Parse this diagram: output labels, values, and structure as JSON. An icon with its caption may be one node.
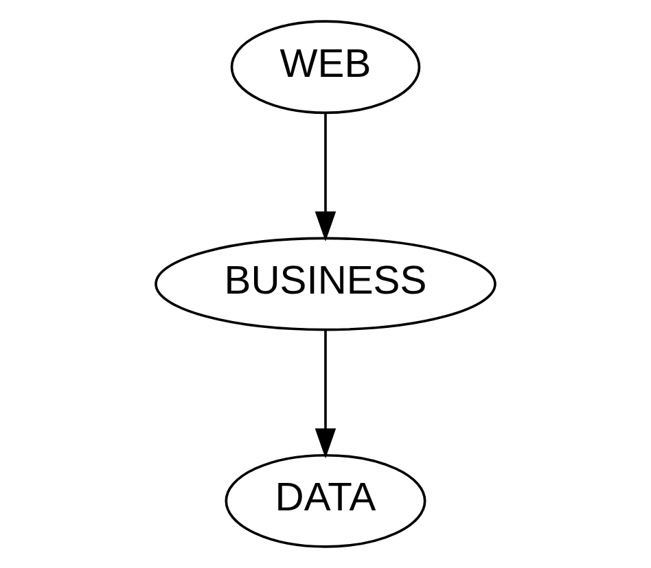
{
  "diagram": {
    "nodes": [
      {
        "text": [
          "WEB"
        ]
      },
      {
        "text": [
          "BUSINESS"
        ]
      },
      {
        "text": [
          "DATA"
        ]
      }
    ],
    "edges": [
      {
        "from": 0,
        "to": 1,
        "arrow": "to"
      },
      {
        "from": 1,
        "to": 2,
        "arrow": "to"
      }
    ]
  }
}
